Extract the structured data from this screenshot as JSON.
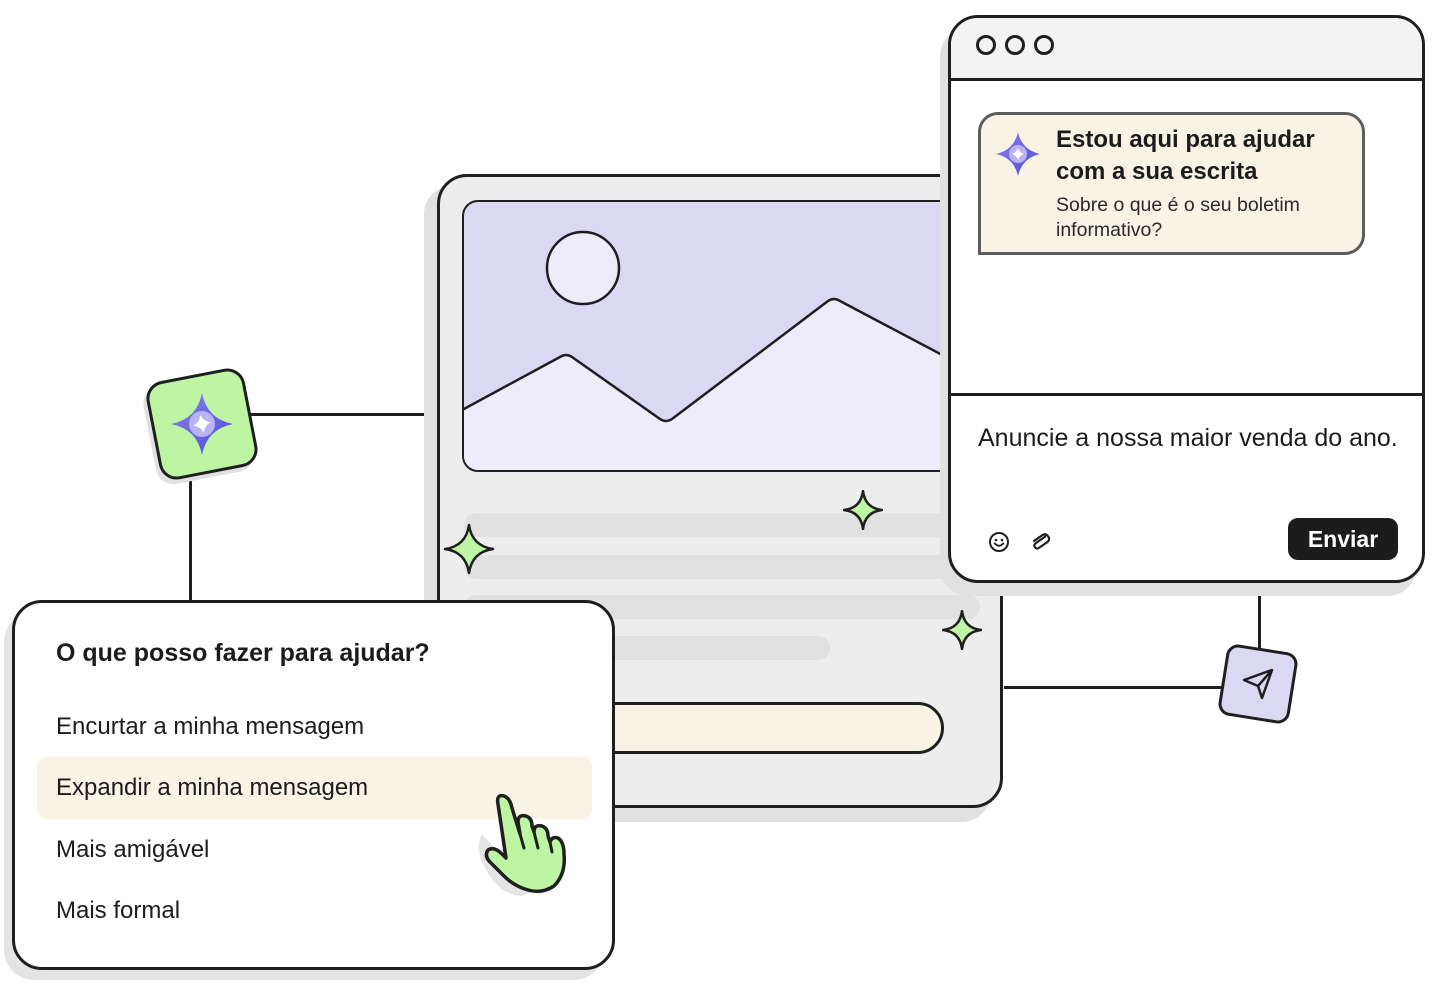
{
  "colors": {
    "outline": "#1f1f1f",
    "accent_green": "#bdf5a3",
    "accent_purple": "#dbd8f4",
    "cream_highlight": "#f8f3e4",
    "window_gray": "#eeedee",
    "send_button_bg": "#1c1c1c"
  },
  "chat_window": {
    "titlebar": {
      "controls": [
        "window-dot",
        "window-dot",
        "window-dot"
      ]
    },
    "assistant_message": {
      "icon": "ai-sparkle-icon",
      "title": "Estou aqui para ajudar com a sua escrita",
      "subtitle": "Sobre o que é o seu boletim informativo?"
    },
    "composer": {
      "value": "Anuncie a nossa maior venda do ano.",
      "emoji_icon": "smiley-icon",
      "attach_icon": "paperclip-icon",
      "send_label": "Enviar"
    }
  },
  "help_menu": {
    "title": "O que posso fazer para ajudar?",
    "items": [
      {
        "label": "Encurtar a minha mensagem",
        "active": false
      },
      {
        "label": "Expandir a minha mensagem",
        "active": true
      },
      {
        "label": "Mais amigável",
        "active": false
      },
      {
        "label": "Mais formal",
        "active": false
      }
    ]
  },
  "decorations": {
    "green_badge_icon": "ai-sparkle-icon",
    "purple_badge_icon": "send-paper-plane-icon",
    "cursor_icon": "pointing-hand-cursor-icon",
    "image_placeholder_icon": "landscape-image-icon"
  }
}
